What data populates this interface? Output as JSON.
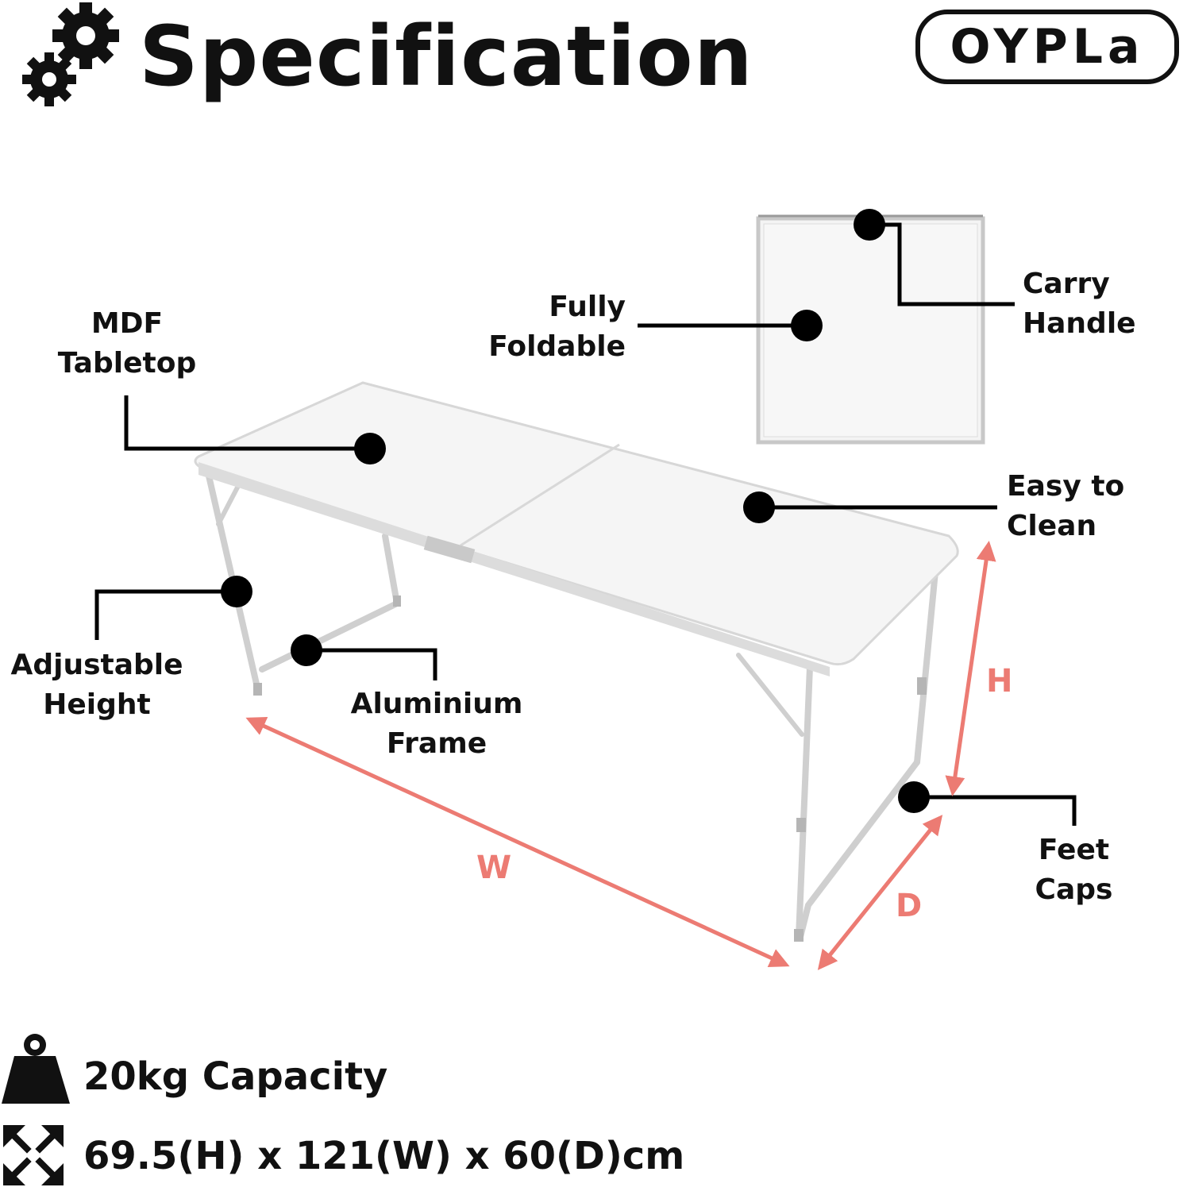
{
  "header": {
    "title": "Specification",
    "logo_text": "OYPLa"
  },
  "callouts": {
    "mdf_tabletop": "MDF\nTabletop",
    "fully_foldable": "Fully\nFoldable",
    "carry_handle": "Carry\nHandle",
    "easy_to_clean": "Easy to\nClean",
    "adjustable_height": "Adjustable\nHeight",
    "aluminium_frame": "Aluminium\nFrame",
    "feet_caps": "Feet\nCaps"
  },
  "dimensions": {
    "width_letter": "W",
    "height_letter": "H",
    "depth_letter": "D"
  },
  "specs": {
    "capacity": "20kg Capacity",
    "size": "69.5(H) x 121(W) x 60(D)cm"
  },
  "colors": {
    "dimension_arrow": "#ec7b73",
    "callout": "#000000"
  }
}
